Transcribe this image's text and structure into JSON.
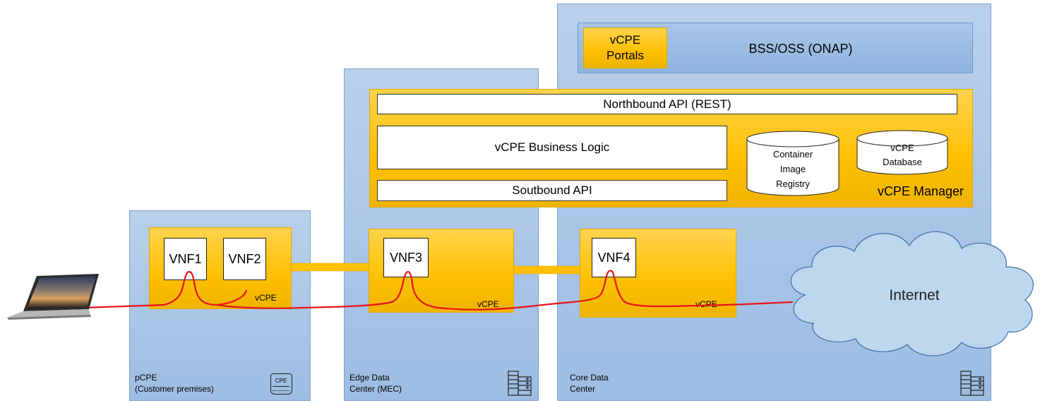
{
  "zones": {
    "pcpe": {
      "label_line1": "pCPE",
      "label_line2": "(Customer premises)",
      "icon_text": "CPE"
    },
    "edge": {
      "label_line1": "Edge Data",
      "label_line2": "Center (MEC)"
    },
    "core": {
      "label_line1": "Core Data",
      "label_line2": "Center"
    }
  },
  "bss": {
    "title": "BSS/OSS (ONAP)",
    "portals_line1": "vCPE",
    "portals_line2": "Portals"
  },
  "manager": {
    "title": "vCPE Manager",
    "northbound": "Northbound API (REST)",
    "business_logic": "vCPE Business Logic",
    "southbound": "Soutbound API",
    "registry_line1": "Container",
    "registry_line2": "Image",
    "registry_line3": "Registry",
    "db_line1": "vCPE",
    "db_line2": "Database"
  },
  "vcpe_boxes": {
    "pcpe": {
      "vnfs": [
        "VNF1",
        "VNF2"
      ],
      "label": "vCPE"
    },
    "edge": {
      "vnfs": [
        "VNF3"
      ],
      "label": "vCPE"
    },
    "core": {
      "vnfs": [
        "VNF4"
      ],
      "label": "vCPE"
    }
  },
  "internet": {
    "label": "Internet"
  },
  "colors": {
    "flow_line": "#e8141c",
    "gold": "#ffc000",
    "zone_blue": "#a7c4e6",
    "cloud": "#bdd7ee"
  }
}
